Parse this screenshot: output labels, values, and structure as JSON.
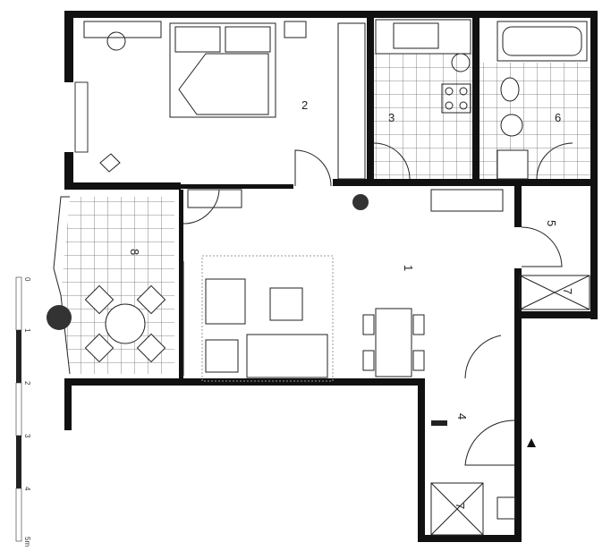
{
  "rooms": [
    {
      "id": "living",
      "label": "1"
    },
    {
      "id": "bedroom",
      "label": "2"
    },
    {
      "id": "kitchen",
      "label": "3"
    },
    {
      "id": "entry-closet",
      "label": "4"
    },
    {
      "id": "hall",
      "label": "5"
    },
    {
      "id": "bathroom",
      "label": "6"
    },
    {
      "id": "shaft-upper",
      "label": "7"
    },
    {
      "id": "shaft-lower",
      "label": "7"
    },
    {
      "id": "balcony",
      "label": "8"
    }
  ],
  "scale": {
    "ticks": [
      "0",
      "1",
      "2",
      "3",
      "4",
      "5m"
    ]
  },
  "colors": {
    "wall": "#111111",
    "line": "#333333",
    "tile": "#555555"
  }
}
